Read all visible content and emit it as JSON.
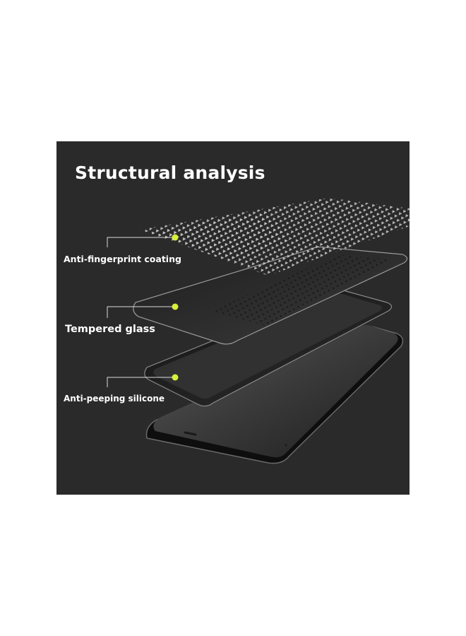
{
  "title": "Structural analysis",
  "layers": [
    {
      "label": "Anti-fingerprint coating"
    },
    {
      "label": "Tempered glass"
    },
    {
      "label": "Anti-peeping silicone"
    }
  ],
  "colors": {
    "panel_background": "#2a2a2a",
    "callout_dot": "#d8f03a",
    "callout_line": "#d9d9d9",
    "text": "#ffffff"
  }
}
